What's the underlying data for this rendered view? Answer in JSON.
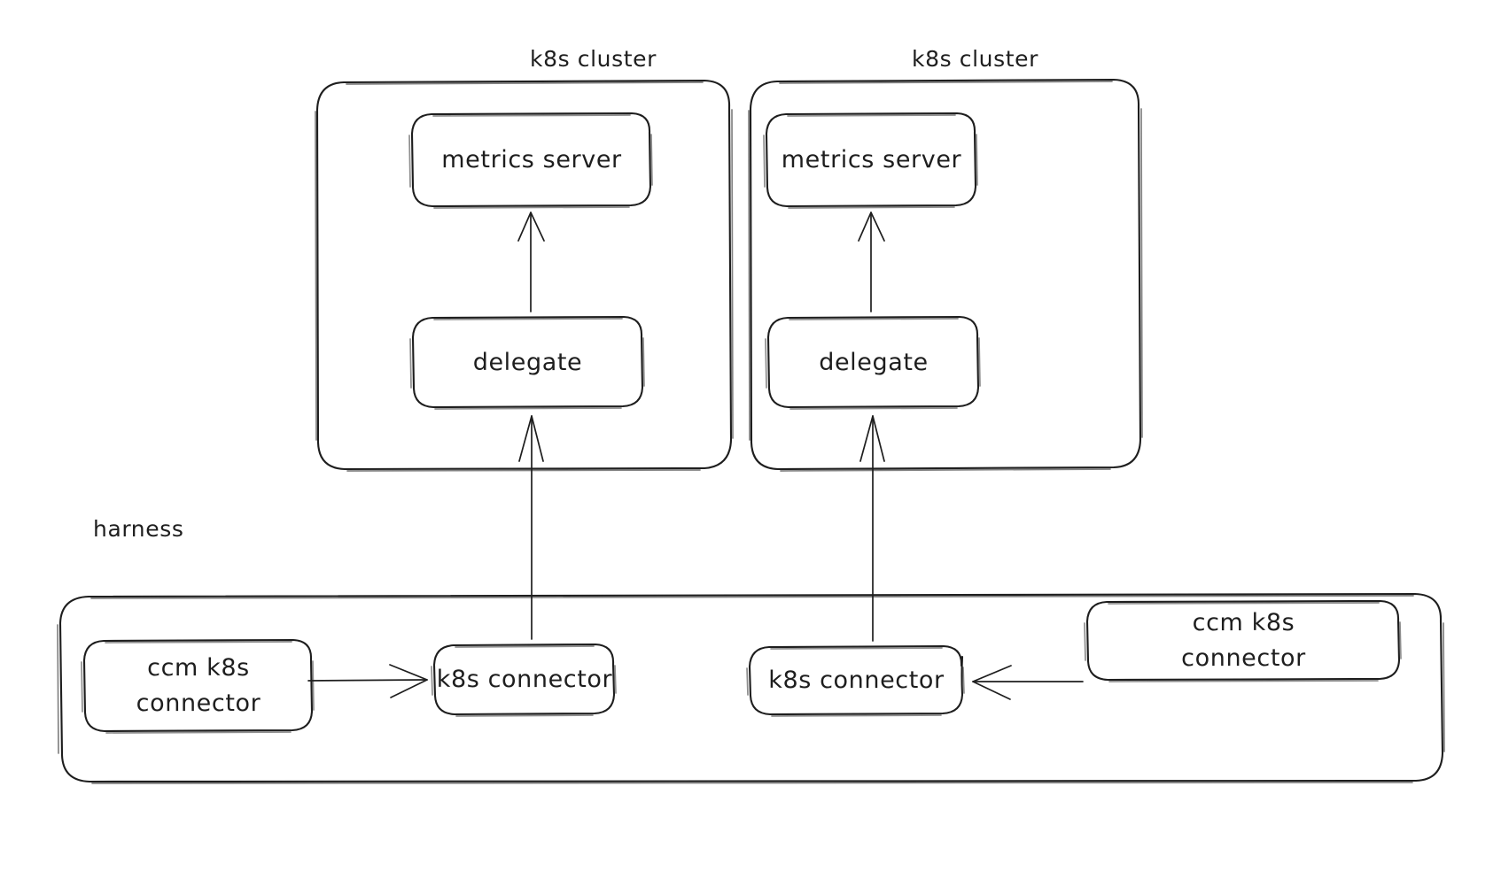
{
  "diagram": {
    "title": "harness ccm k8s connector to k8s cluster metrics flow",
    "style": "hand-drawn",
    "stroke_color": "#1e1e1e",
    "background_color": "#ffffff"
  },
  "containers": [
    {
      "id": "cluster-left",
      "label": "k8s cluster"
    },
    {
      "id": "cluster-right",
      "label": "k8s cluster"
    },
    {
      "id": "harness",
      "label": "harness"
    }
  ],
  "nodes": {
    "metrics_server_left": "metrics server",
    "metrics_server_right": "metrics server",
    "delegate_left": "delegate",
    "delegate_right": "delegate",
    "k8s_connector_left": "k8s connector",
    "k8s_connector_right": "k8s connector",
    "ccm_connector_left_line1": "ccm k8s",
    "ccm_connector_left_line2": "connector",
    "ccm_connector_right_line1": "ccm k8s",
    "ccm_connector_right_line2": "connector"
  },
  "edges": [
    {
      "id": "edge-delegate-to-metrics-left",
      "from": "delegate_left",
      "to": "metrics_server_left",
      "direction": "up"
    },
    {
      "id": "edge-delegate-to-metrics-right",
      "from": "delegate_right",
      "to": "metrics_server_right",
      "direction": "up"
    },
    {
      "id": "edge-connector-to-delegate-left",
      "from": "k8s_connector_left",
      "to": "delegate_left",
      "direction": "up"
    },
    {
      "id": "edge-connector-to-delegate-right",
      "from": "k8s_connector_right",
      "to": "delegate_right",
      "direction": "up"
    },
    {
      "id": "edge-ccm-to-connector-left",
      "from": "ccm_connector_left",
      "to": "k8s_connector_left",
      "direction": "right"
    },
    {
      "id": "edge-ccm-to-connector-right",
      "from": "ccm_connector_right",
      "to": "k8s_connector_right",
      "direction": "left"
    }
  ]
}
